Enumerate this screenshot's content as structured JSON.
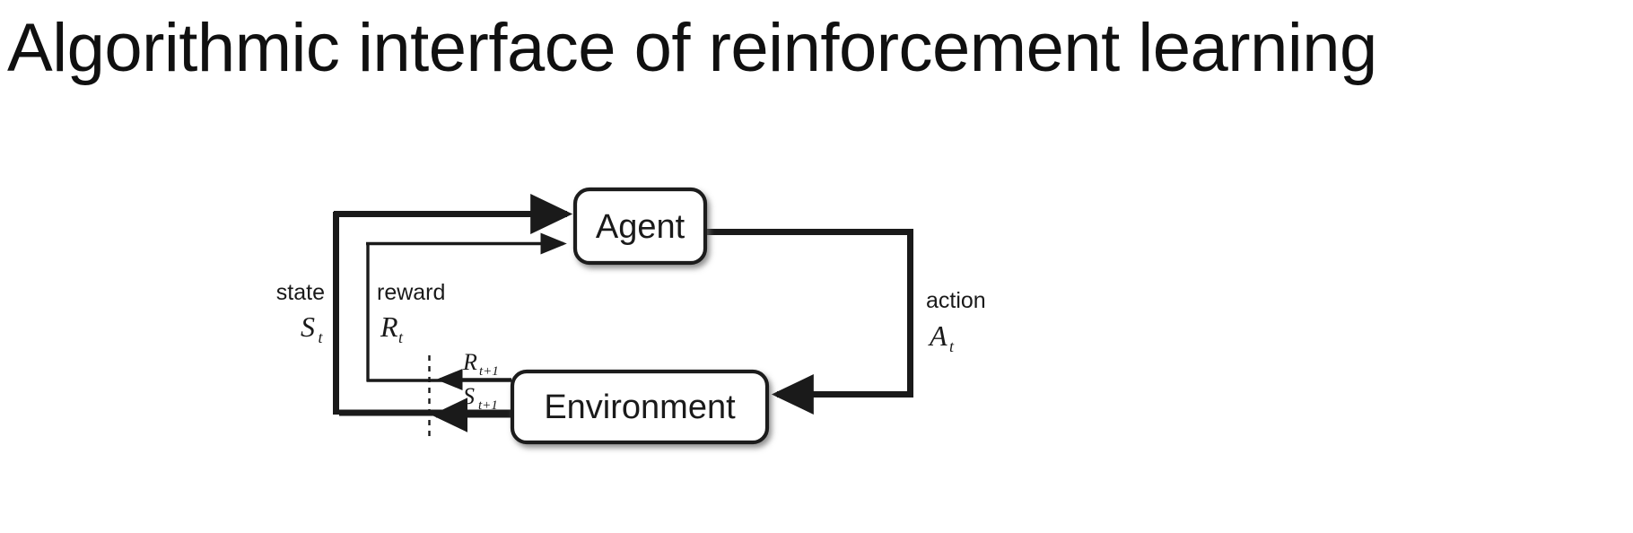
{
  "slide": {
    "title": "Algorithmic interface of reinforcement learning",
    "background_color": "#ffffff",
    "ink_color": "#1a1a1a"
  },
  "diagram": {
    "type": "agent-environment-interaction-loop",
    "nodes": [
      {
        "id": "agent",
        "label": "Agent",
        "shape": "rounded-rectangle",
        "has_shadow": true
      },
      {
        "id": "environment",
        "label": "Environment",
        "shape": "rounded-rectangle",
        "has_shadow": true
      }
    ],
    "edges": [
      {
        "id": "state-edge",
        "from": "environment",
        "to": "agent",
        "stroke": "thick",
        "label": "state",
        "symbol": "S",
        "subscript": "t",
        "tail_symbol": "S",
        "tail_subscript": "t+1"
      },
      {
        "id": "reward-edge",
        "from": "environment",
        "to": "agent",
        "stroke": "thin",
        "label": "reward",
        "symbol": "R",
        "subscript": "t",
        "tail_symbol": "R",
        "tail_subscript": "t+1"
      },
      {
        "id": "action-edge",
        "from": "agent",
        "to": "environment",
        "stroke": "thick",
        "label": "action",
        "symbol": "A",
        "subscript": "t"
      }
    ],
    "time_boundary": {
      "id": "timestep-divider",
      "style": "dashed-vertical-line"
    }
  }
}
